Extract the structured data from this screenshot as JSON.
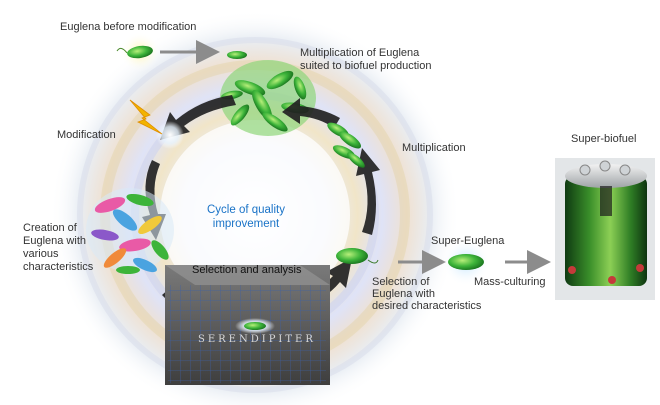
{
  "labels": {
    "euglena_before": "Euglena before modification",
    "multiplication_suited": [
      "Multiplication of Euglena",
      "suited to biofuel production"
    ],
    "modification": "Modification",
    "multiplication": "Multiplication",
    "creation": [
      "Creation of",
      "Euglena with",
      "various",
      "characteristics"
    ],
    "cycle": [
      "Cycle of quality",
      "improvement"
    ],
    "selection_analysis": "Selection and analysis",
    "serendipiter": "SERENDIPITER",
    "selection_desired": [
      "Selection of",
      "Euglena with",
      "desired characteristics"
    ],
    "super_euglena": "Super-Euglena",
    "mass_culturing": "Mass-culturing",
    "super_biofuel": "Super-biofuel"
  },
  "colors": {
    "text": "#333333",
    "accent_blue": "#1a73c7",
    "euglena_green": "#3db43a",
    "arrow_dark": "#222222",
    "arrow_gray": "#8c8c8c"
  },
  "icons": {
    "lightning": "lightning-icon",
    "euglena_cell": "euglena-cell-icon",
    "cell_cluster": "cell-cluster-icon",
    "analysis_grid": "analysis-grid-icon",
    "bioreactor_photo": "bioreactor-photo"
  }
}
